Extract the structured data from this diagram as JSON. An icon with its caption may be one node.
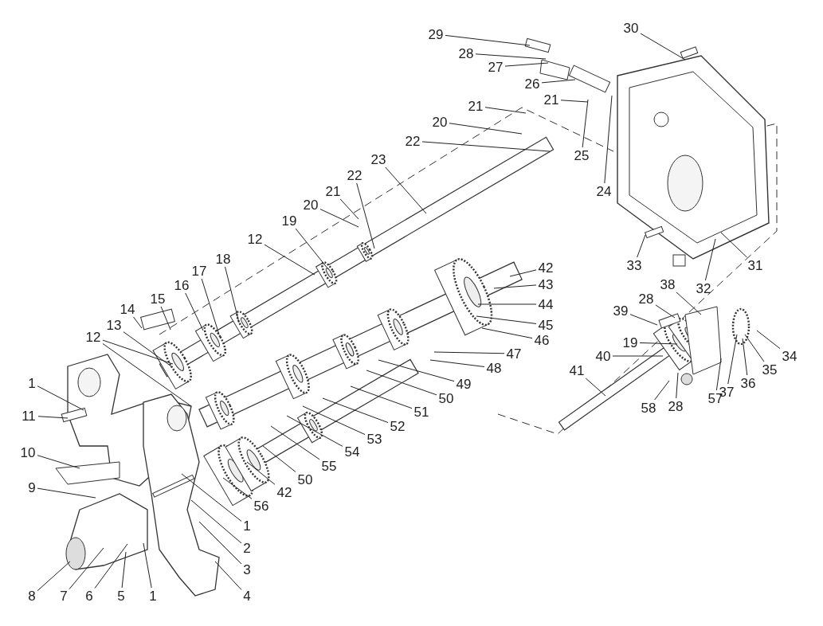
{
  "diagram": {
    "nodes": [
      {
        "text": [
          "1"
        ]
      },
      {
        "text": [
          "11"
        ]
      },
      {
        "text": [
          "10"
        ]
      },
      {
        "text": [
          "9"
        ]
      },
      {
        "text": [
          "8"
        ]
      },
      {
        "text": [
          "7"
        ]
      },
      {
        "text": [
          "6"
        ]
      },
      {
        "text": [
          "5"
        ]
      },
      {
        "text": [
          "1"
        ]
      },
      {
        "text": [
          "4"
        ]
      },
      {
        "text": [
          "3"
        ]
      },
      {
        "text": [
          "2"
        ]
      },
      {
        "text": [
          "1"
        ]
      },
      {
        "text": [
          "56"
        ]
      },
      {
        "text": [
          "42"
        ]
      },
      {
        "text": [
          "50"
        ]
      },
      {
        "text": [
          "55"
        ]
      },
      {
        "text": [
          "54"
        ]
      },
      {
        "text": [
          "53"
        ]
      },
      {
        "text": [
          "52"
        ]
      },
      {
        "text": [
          "51"
        ]
      },
      {
        "text": [
          "50"
        ]
      },
      {
        "text": [
          "49"
        ]
      },
      {
        "text": [
          "48"
        ]
      },
      {
        "text": [
          "47"
        ]
      },
      {
        "text": [
          "46"
        ]
      },
      {
        "text": [
          "45"
        ]
      },
      {
        "text": [
          "44"
        ]
      },
      {
        "text": [
          "43"
        ]
      },
      {
        "text": [
          "42"
        ]
      },
      {
        "text": [
          "12"
        ]
      },
      {
        "text": [
          "13"
        ]
      },
      {
        "text": [
          "14"
        ]
      },
      {
        "text": [
          "15"
        ]
      },
      {
        "text": [
          "16"
        ]
      },
      {
        "text": [
          "17"
        ]
      },
      {
        "text": [
          "18"
        ]
      },
      {
        "text": [
          "12"
        ]
      },
      {
        "text": [
          "19"
        ]
      },
      {
        "text": [
          "20"
        ]
      },
      {
        "text": [
          "21"
        ]
      },
      {
        "text": [
          "22"
        ]
      },
      {
        "text": [
          "23"
        ]
      },
      {
        "text": [
          "22"
        ]
      },
      {
        "text": [
          "20"
        ]
      },
      {
        "text": [
          "21"
        ]
      },
      {
        "text": [
          "29"
        ]
      },
      {
        "text": [
          "28"
        ]
      },
      {
        "text": [
          "27"
        ]
      },
      {
        "text": [
          "26"
        ]
      },
      {
        "text": [
          "21"
        ]
      },
      {
        "text": [
          "25"
        ]
      },
      {
        "text": [
          "24"
        ]
      },
      {
        "text": [
          "30"
        ]
      },
      {
        "text": [
          "33"
        ]
      },
      {
        "text": [
          "31"
        ]
      },
      {
        "text": [
          "32"
        ]
      },
      {
        "text": [
          "38"
        ]
      },
      {
        "text": [
          "28"
        ]
      },
      {
        "text": [
          "39"
        ]
      },
      {
        "text": [
          "19"
        ]
      },
      {
        "text": [
          "40"
        ]
      },
      {
        "text": [
          "41"
        ]
      },
      {
        "text": [
          "34"
        ]
      },
      {
        "text": [
          "35"
        ]
      },
      {
        "text": [
          "36"
        ]
      },
      {
        "text": [
          "37"
        ]
      },
      {
        "text": [
          "57"
        ]
      },
      {
        "text": [
          "28"
        ]
      },
      {
        "text": [
          "58"
        ]
      }
    ],
    "edges": [
      {
        "from": 0,
        "to": null,
        "arrow": "none"
      },
      {
        "from": 1,
        "to": null,
        "arrow": "none"
      },
      {
        "from": 2,
        "to": null,
        "arrow": "none"
      },
      {
        "from": 3,
        "to": null,
        "arrow": "none"
      },
      {
        "from": 4,
        "to": null,
        "arrow": "none"
      },
      {
        "from": 5,
        "to": null,
        "arrow": "none"
      },
      {
        "from": 6,
        "to": null,
        "arrow": "none"
      },
      {
        "from": 7,
        "to": null,
        "arrow": "none"
      },
      {
        "from": 8,
        "to": null,
        "arrow": "none"
      },
      {
        "from": 9,
        "to": null,
        "arrow": "none"
      },
      {
        "from": 10,
        "to": null,
        "arrow": "none"
      },
      {
        "from": 11,
        "to": null,
        "arrow": "none"
      },
      {
        "from": 12,
        "to": null,
        "arrow": "none"
      },
      {
        "from": 13,
        "to": null,
        "arrow": "none"
      },
      {
        "from": 14,
        "to": null,
        "arrow": "none"
      },
      {
        "from": 15,
        "to": null,
        "arrow": "none"
      },
      {
        "from": 16,
        "to": null,
        "arrow": "none"
      },
      {
        "from": 17,
        "to": null,
        "arrow": "none"
      },
      {
        "from": 18,
        "to": null,
        "arrow": "none"
      },
      {
        "from": 19,
        "to": null,
        "arrow": "none"
      },
      {
        "from": 20,
        "to": null,
        "arrow": "none"
      },
      {
        "from": 21,
        "to": null,
        "arrow": "none"
      },
      {
        "from": 22,
        "to": null,
        "arrow": "none"
      },
      {
        "from": 23,
        "to": null,
        "arrow": "none"
      },
      {
        "from": 24,
        "to": null,
        "arrow": "none"
      },
      {
        "from": 25,
        "to": null,
        "arrow": "none"
      },
      {
        "from": 26,
        "to": null,
        "arrow": "none"
      },
      {
        "from": 27,
        "to": null,
        "arrow": "none"
      },
      {
        "from": 28,
        "to": null,
        "arrow": "none"
      },
      {
        "from": 29,
        "to": null,
        "arrow": "none"
      },
      {
        "from": 30,
        "to": null,
        "arrow": "none"
      },
      {
        "from": 31,
        "to": null,
        "arrow": "none"
      },
      {
        "from": 32,
        "to": null,
        "arrow": "none"
      },
      {
        "from": 33,
        "to": null,
        "arrow": "none"
      },
      {
        "from": 34,
        "to": null,
        "arrow": "none"
      },
      {
        "from": 35,
        "to": null,
        "arrow": "none"
      },
      {
        "from": 36,
        "to": null,
        "arrow": "none"
      },
      {
        "from": 37,
        "to": null,
        "arrow": "none"
      },
      {
        "from": 38,
        "to": null,
        "arrow": "none"
      },
      {
        "from": 39,
        "to": null,
        "arrow": "none"
      },
      {
        "from": 40,
        "to": null,
        "arrow": "none"
      },
      {
        "from": 41,
        "to": null,
        "arrow": "none"
      },
      {
        "from": 42,
        "to": null,
        "arrow": "none"
      },
      {
        "from": 43,
        "to": null,
        "arrow": "none"
      },
      {
        "from": 44,
        "to": null,
        "arrow": "none"
      },
      {
        "from": 45,
        "to": null,
        "arrow": "none"
      },
      {
        "from": 46,
        "to": null,
        "arrow": "none"
      },
      {
        "from": 47,
        "to": null,
        "arrow": "none"
      },
      {
        "from": 48,
        "to": null,
        "arrow": "none"
      },
      {
        "from": 49,
        "to": null,
        "arrow": "none"
      },
      {
        "from": 50,
        "to": null,
        "arrow": "none"
      },
      {
        "from": 51,
        "to": null,
        "arrow": "none"
      },
      {
        "from": 52,
        "to": null,
        "arrow": "none"
      },
      {
        "from": 53,
        "to": null,
        "arrow": "none"
      },
      {
        "from": 54,
        "to": null,
        "arrow": "none"
      },
      {
        "from": 55,
        "to": null,
        "arrow": "none"
      },
      {
        "from": 56,
        "to": null,
        "arrow": "none"
      },
      {
        "from": 57,
        "to": null,
        "arrow": "none"
      },
      {
        "from": 58,
        "to": null,
        "arrow": "none"
      },
      {
        "from": 59,
        "to": null,
        "arrow": "none"
      },
      {
        "from": 60,
        "to": null,
        "arrow": "none"
      },
      {
        "from": 61,
        "to": null,
        "arrow": "none"
      },
      {
        "from": 62,
        "to": null,
        "arrow": "none"
      },
      {
        "from": 63,
        "to": null,
        "arrow": "none"
      },
      {
        "from": 64,
        "to": null,
        "arrow": "none"
      },
      {
        "from": 65,
        "to": null,
        "arrow": "none"
      },
      {
        "from": 66,
        "to": null,
        "arrow": "none"
      },
      {
        "from": 67,
        "to": null,
        "arrow": "none"
      },
      {
        "from": 68,
        "to": null,
        "arrow": "none"
      },
      {
        "from": 69,
        "to": null,
        "arrow": "none"
      },
      {
        "from": 30,
        "to": null,
        "arrow": "none"
      }
    ]
  }
}
